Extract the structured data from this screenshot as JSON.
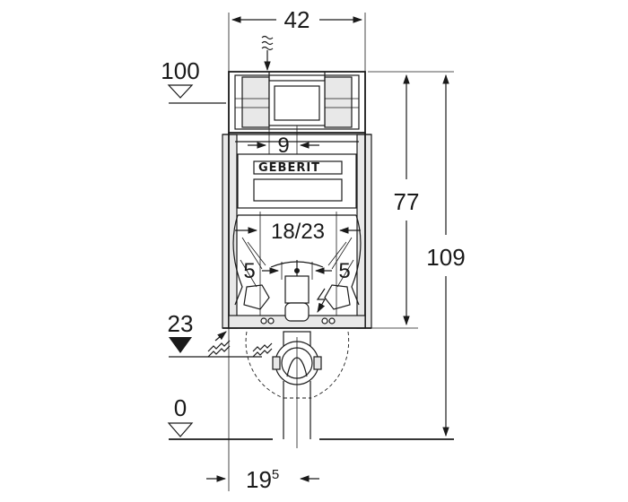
{
  "dimensions": {
    "width_top": "42",
    "flush_plate_width": "9",
    "outlet_spacing": "18/23",
    "offset_left": "5",
    "offset_right": "5",
    "height_frame": "77",
    "height_total": "109",
    "bottom_offset_main": "19",
    "bottom_offset_sup": "5"
  },
  "levels": {
    "top": "100",
    "mid": "23",
    "floor": "0"
  },
  "brand": {
    "logo_text": "GEBERIT"
  },
  "colors": {
    "ink": "#1a1a1a",
    "panel_fill": "#e8e8e8",
    "background": "#ffffff"
  },
  "icons": [
    "water-wave-icon",
    "power-lightning-icon",
    "level-triangle-icon",
    "arrow-icon"
  ]
}
